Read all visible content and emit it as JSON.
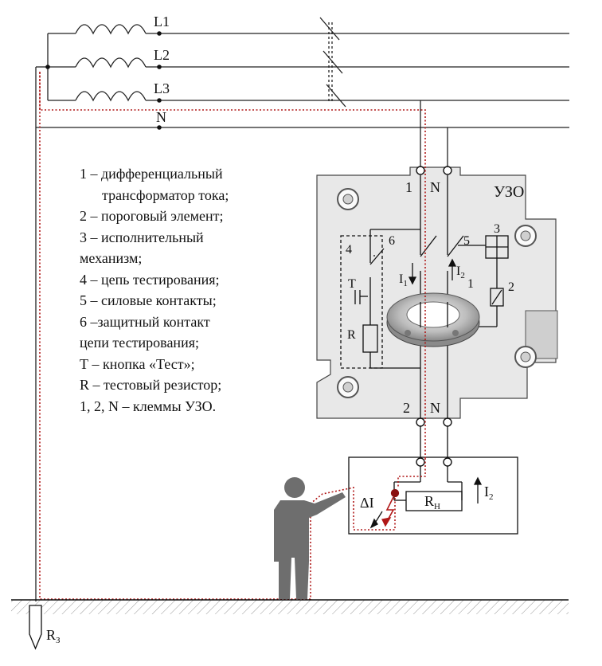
{
  "lines": {
    "l1": "L1",
    "l2": "L2",
    "l3": "L3",
    "n": "N"
  },
  "device_title": "УЗО",
  "legend": [
    "1 – дифференциальный",
    "трансформатор тока;",
    "2 – пороговый элемент;",
    "3 – исполнительный",
    "механизм;",
    "4 – цепь тестирования;",
    "5 – силовые контакты;",
    "6 –защитный контакт",
    "цепи тестирования;",
    "Т – кнопка «Тест»;",
    "R – тестовый резистор;",
    "1, 2, N – клеммы УЗО."
  ],
  "terminals": {
    "top_1": "1",
    "top_n": "N",
    "bot_2": "2",
    "bot_n": "N"
  },
  "inner_labels": {
    "n4": "4",
    "n6": "6",
    "n5": "5",
    "n3": "3",
    "n1": "1",
    "n2": "2",
    "t": "Т",
    "r": "R",
    "i1": "I",
    "i1_sub": "1",
    "i2": "I",
    "i2_sub": "2"
  },
  "load_box": {
    "delta_i": "ΔI",
    "rh": "R",
    "rh_sub": "Н",
    "i2": "I",
    "i2_sub": "2"
  },
  "ground": {
    "r": "R",
    "r_sub": "З"
  },
  "colors": {
    "line": "#111111",
    "fault_path": "#b01818",
    "device_body": "#e6e6e6",
    "ground": "#777777"
  }
}
